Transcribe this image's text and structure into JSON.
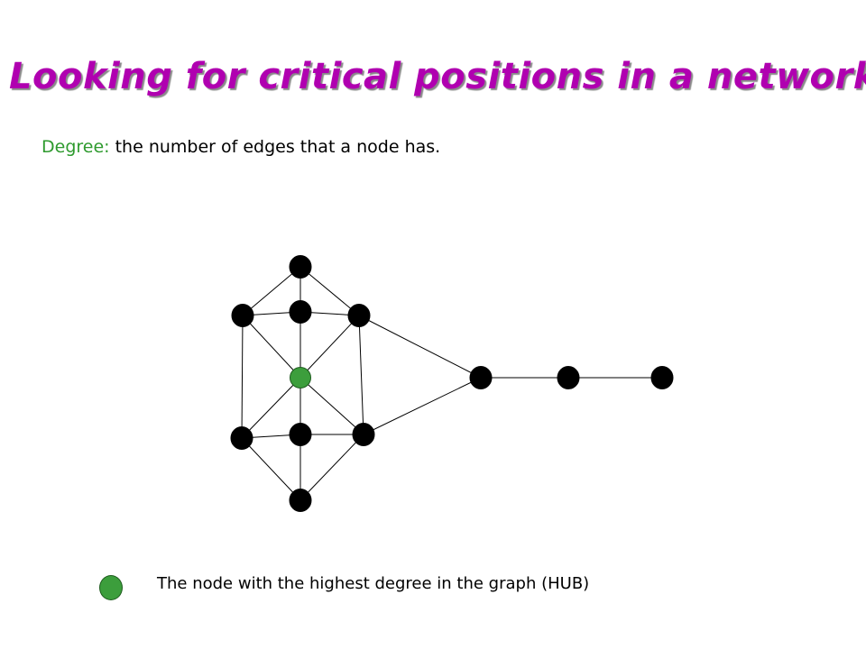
{
  "title": "Looking for critical positions in a network",
  "definition": {
    "term": "Degree:",
    "text": " the number of edges that a node has."
  },
  "legend": {
    "text": "The node with the highest degree in the graph (HUB)"
  },
  "colors": {
    "title": "#b000b0",
    "term": "#2e9a2e",
    "hub_node": "#3c9e3c",
    "node": "#000000",
    "edge": "#000000"
  },
  "graph": {
    "nodes": [
      {
        "id": "top"
      },
      {
        "id": "upper-left"
      },
      {
        "id": "upper-center"
      },
      {
        "id": "upper-right"
      },
      {
        "id": "hub",
        "hub": true
      },
      {
        "id": "lower-left"
      },
      {
        "id": "lower-center"
      },
      {
        "id": "lower-right"
      },
      {
        "id": "bottom"
      },
      {
        "id": "chain-1"
      },
      {
        "id": "chain-2"
      },
      {
        "id": "chain-3"
      }
    ],
    "edges": [
      [
        "top",
        "upper-left"
      ],
      [
        "top",
        "upper-center"
      ],
      [
        "top",
        "upper-right"
      ],
      [
        "upper-left",
        "upper-center"
      ],
      [
        "upper-center",
        "upper-right"
      ],
      [
        "upper-left",
        "lower-left"
      ],
      [
        "upper-right",
        "lower-right"
      ],
      [
        "upper-left",
        "hub"
      ],
      [
        "upper-center",
        "hub"
      ],
      [
        "upper-right",
        "hub"
      ],
      [
        "hub",
        "lower-left"
      ],
      [
        "hub",
        "lower-center"
      ],
      [
        "hub",
        "lower-right"
      ],
      [
        "lower-left",
        "lower-center"
      ],
      [
        "lower-center",
        "lower-right"
      ],
      [
        "lower-left",
        "bottom"
      ],
      [
        "lower-center",
        "bottom"
      ],
      [
        "lower-right",
        "bottom"
      ],
      [
        "upper-right",
        "chain-1"
      ],
      [
        "lower-right",
        "chain-1"
      ],
      [
        "chain-1",
        "chain-2"
      ],
      [
        "chain-2",
        "chain-3"
      ]
    ]
  }
}
